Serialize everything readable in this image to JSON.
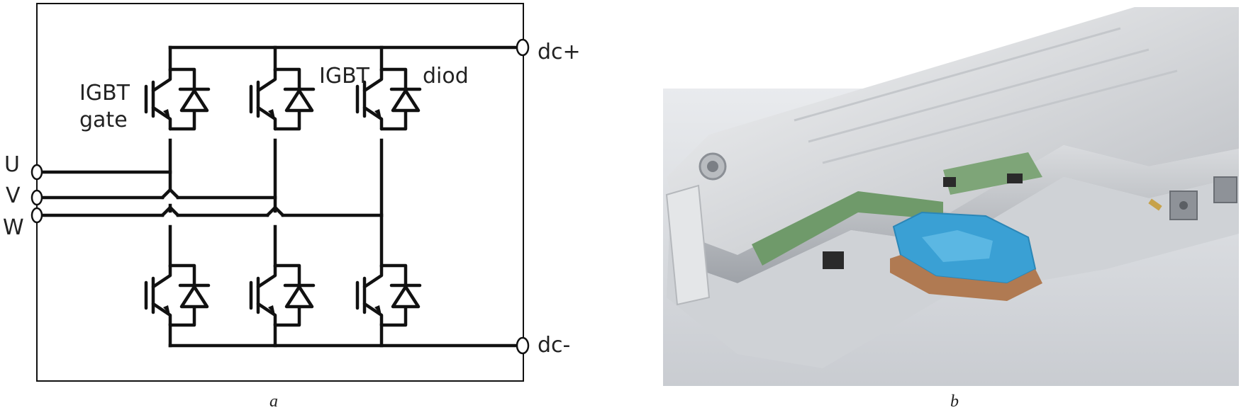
{
  "panel_a": {
    "labels": {
      "igbt_left": "IGBT",
      "gate": "gate",
      "igbt_top": "IGBT",
      "diode": "diod",
      "dc_plus": "dc+",
      "dc_minus": "dc-",
      "phase_u": "U",
      "phase_v": "V",
      "phase_w": "W"
    },
    "caption": "a"
  },
  "panel_b": {
    "caption": "b"
  },
  "colors": {
    "wire": "#111111",
    "substrate": "#3aa0d4",
    "pcb": "#6f9a6a",
    "housing": "#d6d8da"
  }
}
